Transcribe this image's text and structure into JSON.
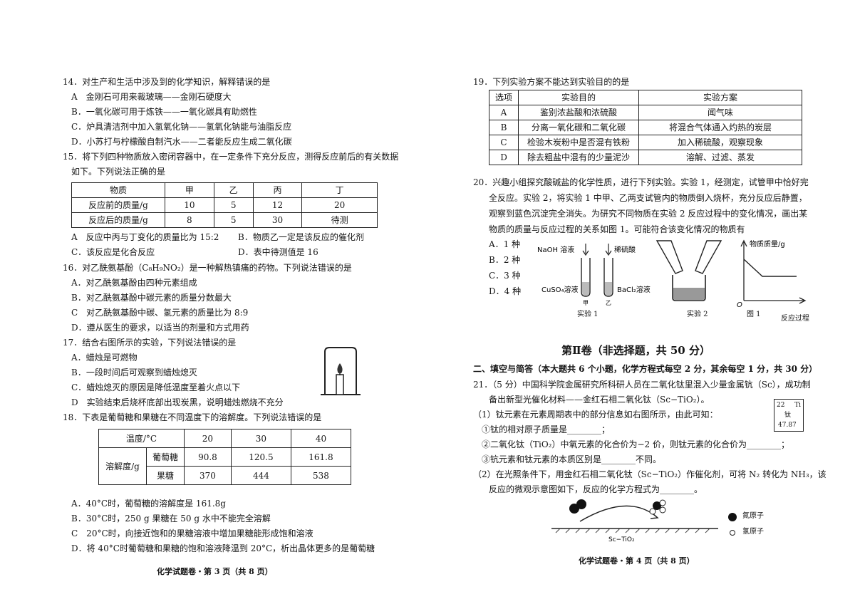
{
  "left": {
    "q14": {
      "stem": "14．对生产和生活中涉及到的化学知识，解释错误的是",
      "options": [
        "A　金刚石可用来裁玻璃——金刚石硬度大",
        "B．一氧化碳可用于炼铁——一氧化碳具有助燃性",
        "C．炉具清洁剂中加入氢氧化钠——氢氧化钠能与油脂反应",
        "D．小苏打与柠檬酸自制汽水——二者能反应生成二氧化碳"
      ]
    },
    "q15": {
      "stem1": "15．将下列四种物质放入密闭容器中，在一定条件下充分反应，测得反应前后的有关数据",
      "stem2": "如下。下列说法正确的是",
      "table": {
        "headers": [
          "物质",
          "甲",
          "乙",
          "丙",
          "丁"
        ],
        "rows": [
          [
            "反应前的质量/g",
            "10",
            "5",
            "12",
            "20"
          ],
          [
            "反应后的质量/g",
            "8",
            "5",
            "30",
            "待测"
          ]
        ]
      },
      "options": [
        "A　反应中丙与丁变化的质量比为 15:2",
        "B．物质乙一定是该反应的催化剂",
        "C．该反应是化合反应",
        "D．表中待测值是 16"
      ]
    },
    "q16": {
      "stem": "16．对乙酰氨基酚（C₈H₉NO₂）是一种解热镇痛的药物。下列说法错误的是",
      "options": [
        "A．对乙酰氨基酚由四种元素组成",
        "B．对乙酰氨基酚中碳元素的质量分数最大",
        "C　对乙酰氨基酚中碳、氢元素的质量比为 8:9",
        "D．遵从医生的要求，以适当的剂量和方式用药"
      ]
    },
    "q17": {
      "stem": "17．结合右图所示的实验，下列说法错误的是",
      "options": [
        "A．蜡烛是可燃物",
        "B．一段时间后可观察到蜡烛熄灭",
        "C．蜡烛熄灭的原因是降低温度至着火点以下",
        "D　实验结束后烧杯底部出现炭黑，说明蜡烛燃烧不充分"
      ]
    },
    "q18": {
      "stem": "18．下表是葡萄糖和果糖在不同温度下的溶解度。下列说法错误的是",
      "table": {
        "temp_label": "温度/°C",
        "temps": [
          "20",
          "30",
          "40"
        ],
        "sol_label": "溶解度/g",
        "rows": [
          {
            "name": "葡萄糖",
            "values": [
              "90.8",
              "120.5",
              "161.8"
            ]
          },
          {
            "name": "果糖",
            "values": [
              "370",
              "444",
              "538"
            ]
          }
        ]
      },
      "options": [
        "A．40°C时，葡萄糖的溶解度是 161.8g",
        "B．30°C时，250 g 果糖在 50 g 水中不能完全溶解",
        "C　20°C时，向接近饱和的果糖溶液中增加果糖能形成饱和溶液",
        "D．将 40°C时葡萄糖和果糖的饱和溶液降温到 20°C，析出晶体更多的是葡萄糖"
      ]
    },
    "footer": "化学试题卷・第 3 页（共 8 页）"
  },
  "right": {
    "q19": {
      "stem": "19．下列实验方案不能达到实验目的的是",
      "table": {
        "headers": [
          "选项",
          "实验目的",
          "实验方案"
        ],
        "rows": [
          [
            "A",
            "鉴别浓盐酸和浓硫酸",
            "闻气味"
          ],
          [
            "B",
            "分离一氧化碳和二氧化碳",
            "将混合气体通入灼热的炭层"
          ],
          [
            "C",
            "检验木炭粉中是否混有铁粉",
            "加入稀硫酸，观察现象"
          ],
          [
            "D",
            "除去粗盐中混有的少量泥沙",
            "溶解、过滤、蒸发"
          ]
        ]
      }
    },
    "q20": {
      "lines": [
        "20．兴趣小组探究酸碱盐的化学性质，进行下列实验。实验 1，经测定，试管甲中恰好完",
        "全反应。实验 2，将实验 1 中甲、乙两支试管内的物质倒入烧杯，充分反应后静置，",
        "观察到蓝色沉淀完全消失。为研究不同物质在实验 2 反应过程中的变化情况，画出某",
        "物质的质量与反应过程的关系如图 1。可能符合该变化情况的物质有"
      ],
      "options": [
        "A．1 种",
        "B．2 种",
        "C．3 种",
        "D．4 种"
      ],
      "figure": {
        "naoh": "NaOH 溶液",
        "h2so4": "稀硫酸",
        "cuso4": "CuSO₄溶液",
        "bacl2": "BaCl₂溶液",
        "jia": "甲",
        "yi": "乙",
        "exp1": "实验 1",
        "exp2": "实验 2",
        "fig1": "图 1",
        "ylabel": "物质质量/g",
        "xlabel": "反应过程",
        "origin": "O"
      }
    },
    "section": {
      "title": "第Ⅱ卷（非选择题，共 50 分）",
      "sub": "二、填空与简答（本大题共 6 个小题，化学方程式每空 2 分，其余每空 1 分，共 30 分）"
    },
    "q21": {
      "lines": [
        "21．（5 分）中国科学院金属研究所科研人员在二氧化钛里混入少量金属钪（Sc），成功制",
        "备出新型光催化材料——金红石相二氧化钛（Sc−TiO₂）。"
      ],
      "p1": "（1）钛元素在元素周期表中的部分信息如右图所示，由此可知：",
      "p1a": "①钛的相对原子质量是________；",
      "p1b": "②二氧化钛（TiO₂）中氧元素的化合价为−2 价，则钛元素的化合价为________；",
      "p1c": "③钪元素和钛元素的本质区别是________不同。",
      "p2a": "（2）在光照条件下，用金红石相二氧化钛（Sc−TiO₂）作催化剂，可将 N₂ 转化为 NH₃，该",
      "p2b": "反应的微观示意图如下，反应的化学方程式为________。",
      "element": {
        "number": "22",
        "symbol": "Ti",
        "name": "钛",
        "mass": "47.87"
      },
      "legend_n": "氮原子",
      "legend_h": "氢原子",
      "catalyst": "Sc−TiO₂"
    },
    "footer": "化学试题卷・第 4 页（共 8 页）"
  }
}
